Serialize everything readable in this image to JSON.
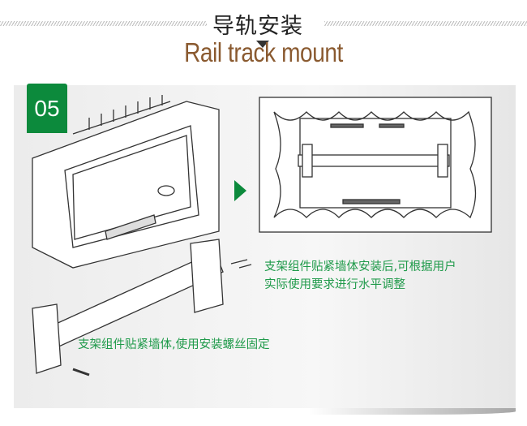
{
  "header": {
    "title_cn": "导轨安装",
    "title_en": "Rail track mount"
  },
  "step": {
    "number": "05"
  },
  "notes": {
    "right_line1": "支架组件贴紧墙体安装后,可根据用户",
    "right_line2": "实际使用要求进行水平调整",
    "left": "支架组件贴紧墙体,使用安装螺丝固定"
  },
  "colors": {
    "accent": "#0c8a3c",
    "title_en": "#8a5a30",
    "note": "#1f9a4a"
  }
}
